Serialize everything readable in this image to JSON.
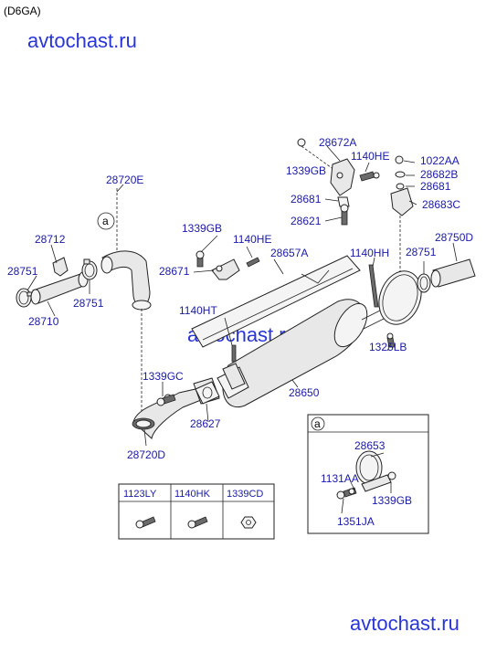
{
  "header": {
    "model_code": "(D6GA)"
  },
  "watermarks": {
    "top": "avtochast.ru",
    "middle": "avtochast.ru",
    "bottom": "avtochast.ru"
  },
  "callouts": {
    "c28672A": "28672A",
    "c1339GB_top": "1339GB",
    "c1140HE_top": "1140HE",
    "c1022AA": "1022AA",
    "c28682B": "28682B",
    "c28681_a": "28681",
    "c28681_b": "28681",
    "c28683C": "28683C",
    "c28621": "28621",
    "c28720E": "28720E",
    "c28712": "28712",
    "c28751_left": "28751",
    "c28751_mid": "28751",
    "c28710": "28710",
    "c1339GB_mid": "1339GB",
    "c1140HE_mid": "1140HE",
    "c28671": "28671",
    "c28657A": "28657A",
    "c1140HH": "1140HH",
    "c28751_right": "28751",
    "c28750D": "28750D",
    "c1140HT": "1140HT",
    "c1325LB": "1325LB",
    "c1339GC": "1339GC",
    "c28650": "28650",
    "c28627": "28627",
    "c28720D": "28720D"
  },
  "detail_a": {
    "marker": "a",
    "c28653": "28653",
    "c1131AA": "1131AA",
    "c1339GB": "1339GB",
    "c1351JA": "1351JA"
  },
  "ref_marker": "a",
  "fastener_table": {
    "headers": [
      "1123LY",
      "1140HK",
      "1339CD"
    ],
    "icons": [
      "bolt-icon",
      "bolt-icon",
      "nut-icon"
    ]
  }
}
